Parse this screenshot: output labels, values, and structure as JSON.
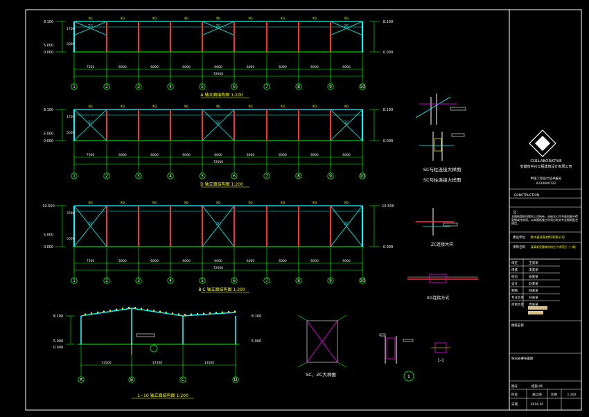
{
  "drawing": {
    "elevations": [
      {
        "title": "A 轴立面结构图 1:200",
        "grid_labels": [
          "1",
          "2",
          "3",
          "4",
          "5",
          "6",
          "7",
          "8",
          "9",
          "10"
        ],
        "dims": [
          "7500",
          "6000",
          "6000",
          "6000",
          "6000",
          "6000",
          "6000",
          "6000",
          "6000"
        ],
        "total": "72000",
        "elev_top": "8.100",
        "elev_low": "0.000",
        "elev_left_mid": "5.000",
        "height_dims": [
          "1700",
          "5000"
        ],
        "bracing_label": "XG",
        "sc_label": "SC",
        "zc_label": "ZC"
      },
      {
        "title": "D 轴立面结构图 1:200",
        "grid_labels": [
          "1",
          "2",
          "3",
          "4",
          "5",
          "6",
          "7",
          "8",
          "9",
          "10"
        ],
        "dims": [
          "7500",
          "6000",
          "6000",
          "6000",
          "6000",
          "6000",
          "6000",
          "6000",
          "6000"
        ],
        "total": "72000",
        "elev_top": "8.100",
        "elev_low": "0.000",
        "elev_left_mid": "5.000",
        "height_dims": [
          "1700",
          "5000"
        ],
        "bracing_label": "XG",
        "sc_label": "SC",
        "zc_label": "ZC"
      },
      {
        "title": "B C 轴立面结构图 1:200",
        "grid_labels": [
          "1",
          "2",
          "3",
          "4",
          "5",
          "6",
          "7",
          "8",
          "9",
          "10"
        ],
        "dims": [
          "7500",
          "6000",
          "6000",
          "6000",
          "6000",
          "6000",
          "6000",
          "6000",
          "6000"
        ],
        "total": "72000",
        "elev_top": "10.500",
        "elev_low": "0.000",
        "elev_left_mid": "5.000",
        "height_dims": [
          "3700",
          "5000"
        ],
        "bracing_label": "XG",
        "sc_label": "SC",
        "zc_label": "ZC"
      }
    ],
    "section": {
      "title": "1~10 轴立面结构图 1:200",
      "grid_labels": [
        "A",
        "B",
        "C",
        "D"
      ],
      "dims": [
        "13500",
        "17500",
        "13500"
      ],
      "elev_top": "8.100",
      "elev_low": "0.000",
      "elev_mid": "5.000"
    },
    "details": {
      "sc_col": "SC与柱连接大样图",
      "sc_col2": "SC与柱连接大样图",
      "zc": "ZC连接大样",
      "xg": "XG连接方式",
      "sczc": "SC、ZC大样图",
      "sec11": "1-1",
      "circle1": "1"
    },
    "title_block": {
      "company_en": "COLLABORATIVE",
      "company_cn": "安徽省中兴工程建筑设计有限公司",
      "cert1": "甲级工程设计证书编号",
      "cert2": "A134000722",
      "stamp": "CONSTRUCTION",
      "note_label": "注：",
      "notes": "本图纸版权归属本公司所有，未经本公司书面同意不得复制或作他用。以本图纸施工时须与有关专业图纸配合使用。",
      "client_label": "建设单位",
      "client": "贵州省某某材料有限公司",
      "project_label": "项目名称",
      "project": "某某新型建筑材料生产线项目（一期）",
      "rows": [
        {
          "k": "审定",
          "v": "王某某"
        },
        {
          "k": "审核",
          "v": "李某某"
        },
        {
          "k": "校对",
          "v": "张某某"
        },
        {
          "k": "设计",
          "v": "赵某某"
        },
        {
          "k": "制图",
          "v": "钱某某"
        },
        {
          "k": "专业负责",
          "v": "孙某某"
        },
        {
          "k": "项目负责",
          "v": "周某某"
        }
      ],
      "drawing_name_label": "图纸名称",
      "drawing_name": "柱间支撑布置图",
      "drawing_no_label": "图号",
      "drawing_no": "结施-06",
      "date_label": "日期",
      "date": "2016.05",
      "scale_label": "比例",
      "scale": "1:200",
      "stage_label": "阶段",
      "stage": "施工图"
    }
  },
  "colors": {
    "frame": "#ffffff",
    "green": "#00ff00",
    "cyan": "#00ffff",
    "red": "#ff3030",
    "magenta": "#ff00ff",
    "yellow": "#ffff00",
    "white": "#ffffff",
    "tan": "#d8c08a"
  }
}
